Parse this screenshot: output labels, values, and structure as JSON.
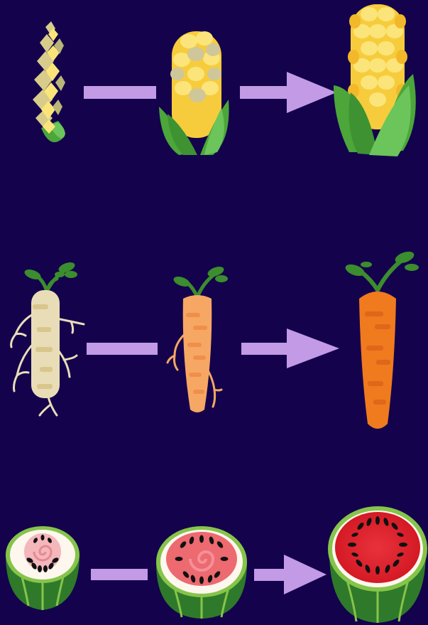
{
  "background": "#14024d",
  "colors": {
    "connector": "#c29ae6",
    "corn_kernel": "#f7cc3c",
    "corn_kernel_light": "#fbe57a",
    "corn_husk": "#4ca63a",
    "corn_husk_light": "#6cc55a",
    "teosinte_grain": "#d8cc8a",
    "wild_root": "#e9ddb8",
    "mid_carrot": "#f6a763",
    "modern_carrot": "#f07a1e",
    "carrot_top": "#3c8d2e",
    "watermelon_rind": "#2f7a2a",
    "watermelon_rind_light": "#86c44a",
    "watermelon_flesh": "#e0232e",
    "wild_flesh": "#f4b7bb",
    "seed": "#111111"
  },
  "rows": [
    {
      "name": "corn",
      "stages": [
        {
          "name": "teosinte",
          "icon": "teosinte-icon"
        },
        {
          "name": "early-corn",
          "icon": "early-corn-icon"
        },
        {
          "name": "modern-corn",
          "icon": "modern-corn-icon"
        }
      ],
      "connectors": [
        "line",
        "arrow"
      ]
    },
    {
      "name": "carrot",
      "stages": [
        {
          "name": "wild-carrot",
          "icon": "wild-carrot-icon"
        },
        {
          "name": "early-carrot",
          "icon": "early-carrot-icon"
        },
        {
          "name": "modern-carrot",
          "icon": "modern-carrot-icon"
        }
      ],
      "connectors": [
        "line",
        "arrow"
      ]
    },
    {
      "name": "watermelon",
      "stages": [
        {
          "name": "wild-watermelon",
          "icon": "wild-watermelon-icon"
        },
        {
          "name": "early-watermelon",
          "icon": "early-watermelon-icon"
        },
        {
          "name": "modern-watermelon",
          "icon": "modern-watermelon-icon"
        }
      ],
      "connectors": [
        "line",
        "arrow"
      ]
    }
  ]
}
